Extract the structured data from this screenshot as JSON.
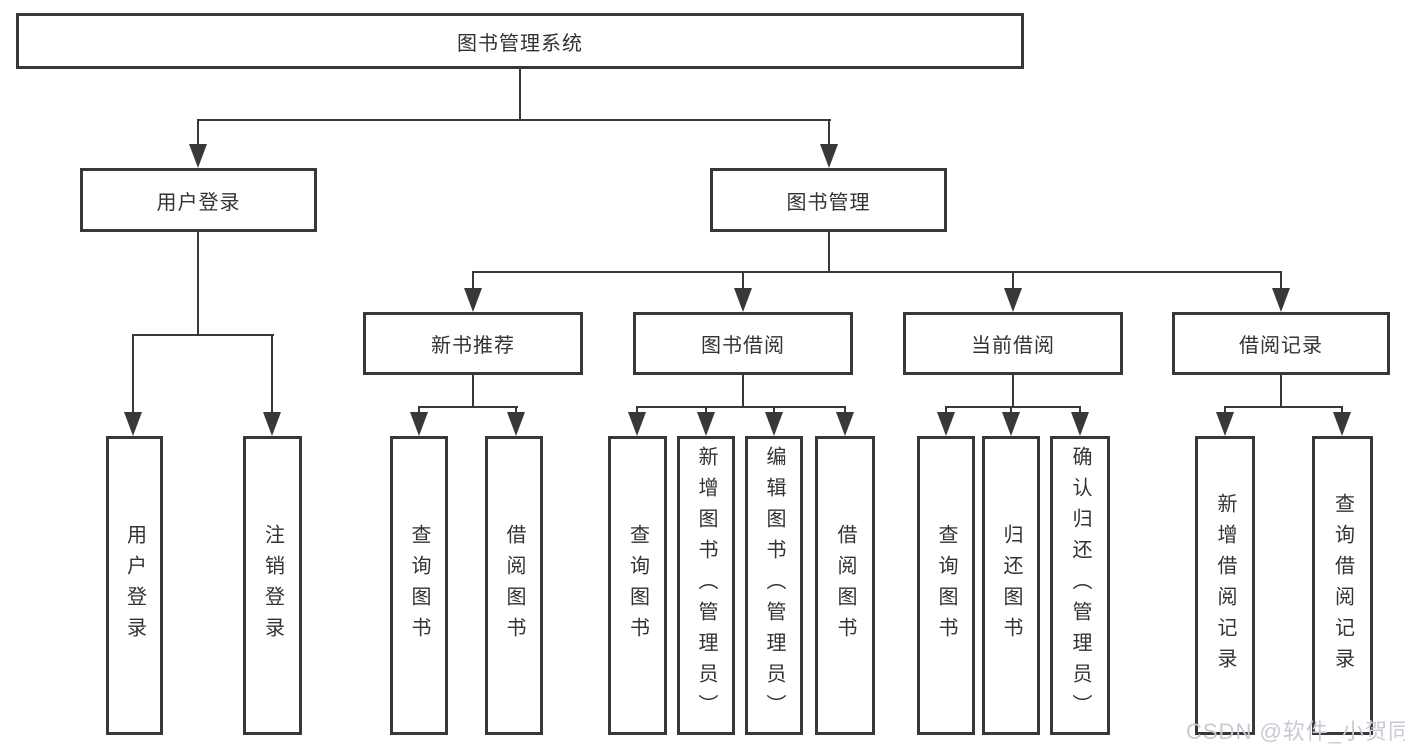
{
  "colors": {
    "line": "#383838",
    "box_border": "#383838",
    "text": "#333333",
    "background": "#ffffff",
    "watermark": "#c9c9d3"
  },
  "watermark": {
    "text": "CSDN @软件_小贺同学"
  },
  "tree": {
    "root": {
      "label": "图书管理系统"
    },
    "level2": [
      {
        "label": "用户登录",
        "children": [
          {
            "label": "用户登录"
          },
          {
            "label": "注销登录"
          }
        ]
      },
      {
        "label": "图书管理",
        "children": [
          {
            "label": "新书推荐",
            "children": [
              {
                "label": "查询图书"
              },
              {
                "label": "借阅图书"
              }
            ]
          },
          {
            "label": "图书借阅",
            "children": [
              {
                "label": "查询图书"
              },
              {
                "label": "新增图书（管理员）"
              },
              {
                "label": "编辑图书（管理员）"
              },
              {
                "label": "借阅图书"
              }
            ]
          },
          {
            "label": "当前借阅",
            "children": [
              {
                "label": "查询图书"
              },
              {
                "label": "归还图书"
              },
              {
                "label": "确认归还（管理员）"
              }
            ]
          },
          {
            "label": "借阅记录",
            "children": [
              {
                "label": "新增借阅记录"
              },
              {
                "label": "查询借阅记录"
              }
            ]
          }
        ]
      }
    ]
  }
}
